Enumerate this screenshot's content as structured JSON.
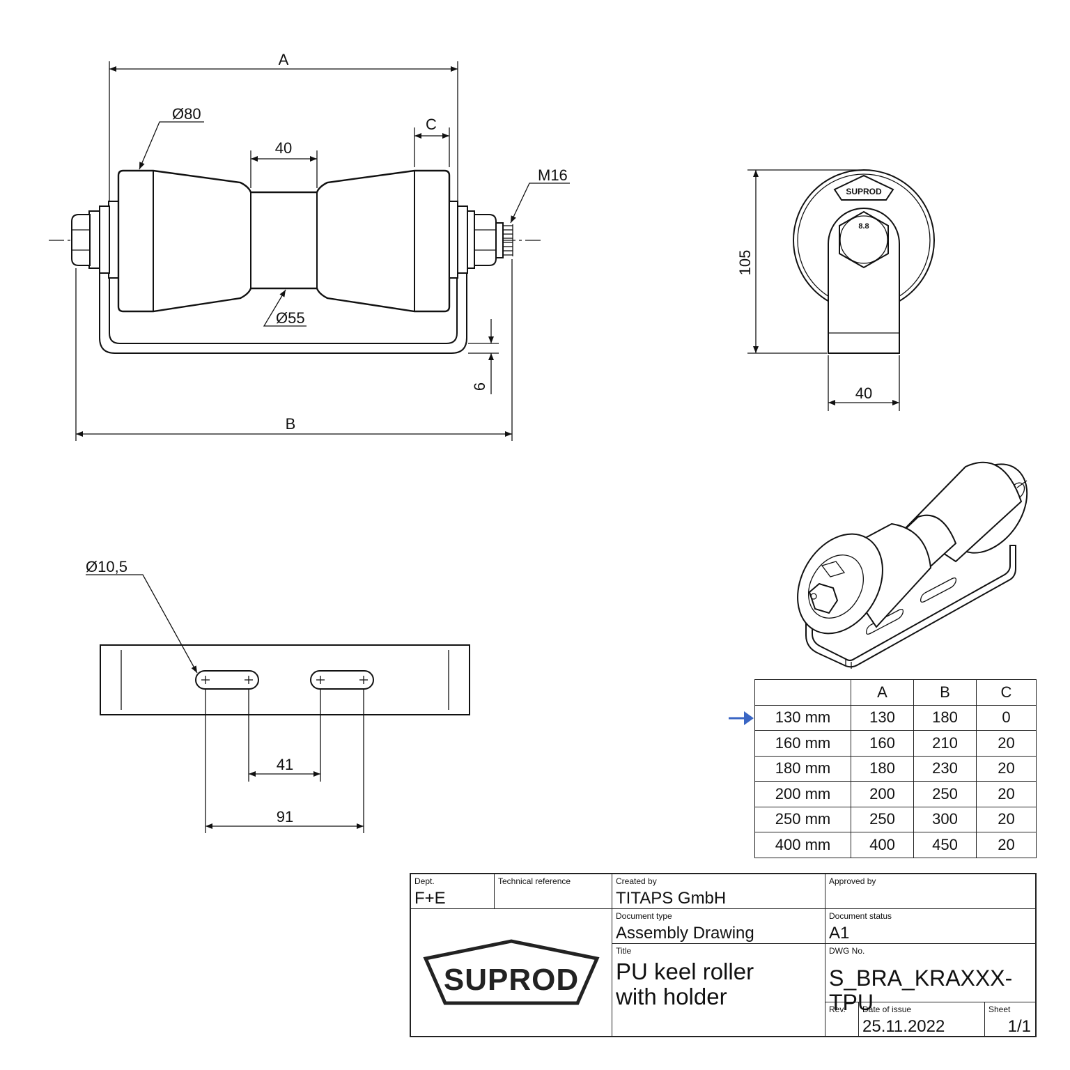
{
  "front_view": {
    "dim_A": "A",
    "dim_B": "B",
    "dim_C": "C",
    "dim_40": "40",
    "dia_80": "Ø80",
    "dia_55": "Ø55",
    "thread": "M16",
    "dim_6": "6"
  },
  "side_view": {
    "dim_105": "105",
    "dim_40": "40",
    "logo_text": "SUPROD",
    "bolt_grade": "8.8"
  },
  "base_view": {
    "hole_dia": "Ø10,5",
    "dim_41": "41",
    "dim_91": "91"
  },
  "size_table": {
    "headers": [
      "",
      "A",
      "B",
      "C"
    ],
    "rows": [
      {
        "size": "130 mm",
        "A": "130",
        "B": "180",
        "C": "0"
      },
      {
        "size": "160 mm",
        "A": "160",
        "B": "210",
        "C": "20"
      },
      {
        "size": "180 mm",
        "A": "180",
        "B": "230",
        "C": "20"
      },
      {
        "size": "200 mm",
        "A": "200",
        "B": "250",
        "C": "20"
      },
      {
        "size": "250 mm",
        "A": "250",
        "B": "300",
        "C": "20"
      },
      {
        "size": "400 mm",
        "A": "400",
        "B": "450",
        "C": "20"
      }
    ],
    "arrow_color": "#3a66c4"
  },
  "title_block": {
    "dept_label": "Dept.",
    "dept_value": "F+E",
    "tech_ref_label": "Technical reference",
    "created_by_label": "Created by",
    "created_by_value": "TITAPS GmbH",
    "approved_by_label": "Approved by",
    "doc_type_label": "Document type",
    "doc_type_value": "Assembly Drawing",
    "doc_status_label": "Document status",
    "doc_status_value": "A1",
    "title_label": "Title",
    "title_line1": "PU keel roller",
    "title_line2": "with holder",
    "dwg_no_label": "DWG No.",
    "dwg_no_value": "S_BRA_KRAXXX-TPU",
    "rev_label": "Rev.",
    "date_label": "Date of issue",
    "date_value": "25.11.2022",
    "sheet_label": "Sheet",
    "sheet_value": "1/1",
    "logo_text": "SUPROD"
  }
}
